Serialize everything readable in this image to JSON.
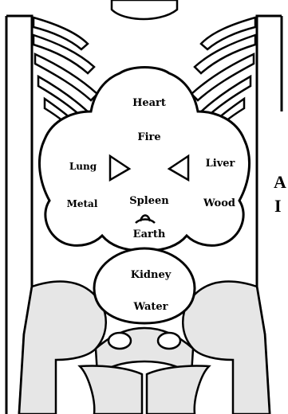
{
  "diagram": {
    "regions": [
      {
        "organ": "Heart",
        "element": "Fire"
      },
      {
        "organ": "Lung",
        "element": "Metal"
      },
      {
        "organ": "Liver",
        "element": "Wood"
      },
      {
        "organ": "Spleen",
        "element": "Earth"
      },
      {
        "organ": "Kidney",
        "element": "Water"
      }
    ],
    "edge_text": [
      "A",
      "I"
    ],
    "colors": {
      "line": "#000000",
      "bone_fill": "#e6e6e6",
      "background": "#ffffff"
    }
  }
}
